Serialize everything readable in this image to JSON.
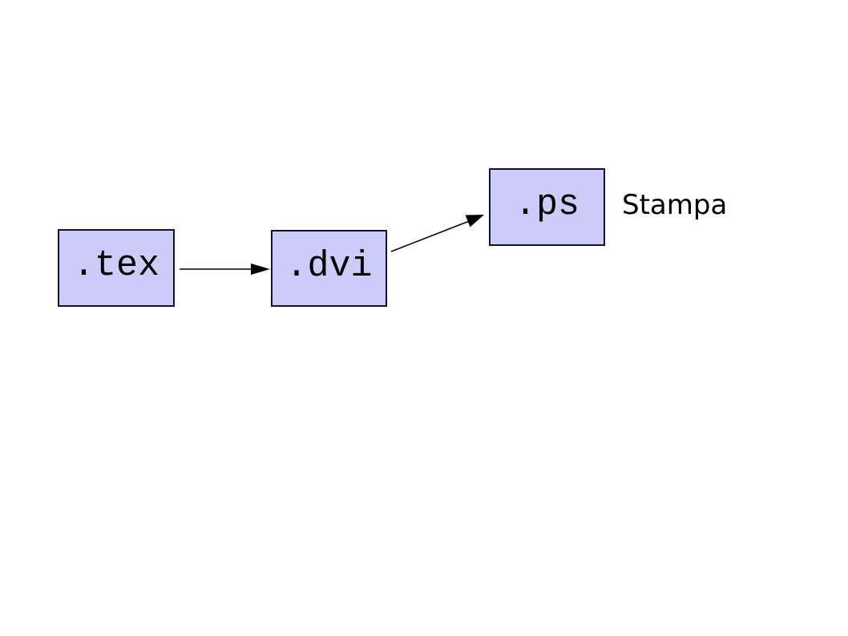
{
  "diagram": {
    "type": "flow",
    "description": "File conversion flow from .tex to .dvi to .ps for printing",
    "nodes": [
      {
        "id": "tex",
        "label": ".tex"
      },
      {
        "id": "dvi",
        "label": ".dvi"
      },
      {
        "id": "ps",
        "label": ".ps"
      }
    ],
    "edges": [
      {
        "from": "tex",
        "to": "dvi",
        "style": "arrow"
      },
      {
        "from": "dvi",
        "to": "ps",
        "style": "arrow"
      }
    ],
    "annotations": [
      {
        "id": "stampa",
        "text": "Stampa",
        "attached_to": "ps"
      }
    ],
    "colors": {
      "node_fill": "#ccccf8",
      "node_border": "#101030",
      "arrow": "#000000",
      "text": "#000000",
      "background": "#ffffff"
    }
  }
}
